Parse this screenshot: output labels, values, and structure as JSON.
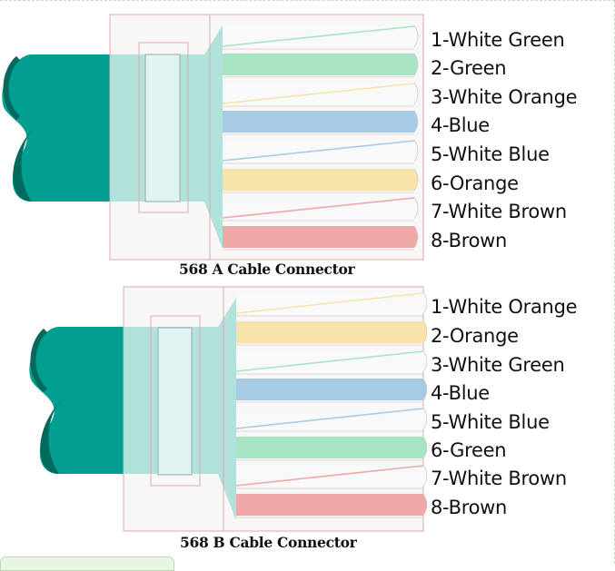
{
  "colors": {
    "jacket": "#009f92",
    "jacket_dark": "#006a5d",
    "connector_outline": "#e0a8a8",
    "connector_fill": "#f7f7f7",
    "boot": "#a3ddd6",
    "green": "#a6e4c4",
    "orange": "#f8e4a8",
    "blue": "#a7cbe4",
    "brown": "#eea8a8",
    "white": "#f9f9f9"
  },
  "connectors": [
    {
      "id": "568a",
      "caption": "568 A Cable Connector",
      "pins": [
        {
          "label": "1-White Green",
          "color": "green",
          "striped": true
        },
        {
          "label": "2-Green",
          "color": "green",
          "striped": false
        },
        {
          "label": "3-White Orange",
          "color": "orange",
          "striped": true
        },
        {
          "label": "4-Blue",
          "color": "blue",
          "striped": false
        },
        {
          "label": "5-White Blue",
          "color": "blue",
          "striped": true
        },
        {
          "label": "6-Orange",
          "color": "orange",
          "striped": false
        },
        {
          "label": "7-White Brown",
          "color": "brown",
          "striped": true
        },
        {
          "label": "8-Brown",
          "color": "brown",
          "striped": false
        }
      ]
    },
    {
      "id": "568b",
      "caption": "568 B Cable Connector",
      "pins": [
        {
          "label": "1-White Orange",
          "color": "orange",
          "striped": true
        },
        {
          "label": "2-Orange",
          "color": "orange",
          "striped": false
        },
        {
          "label": "3-White Green",
          "color": "green",
          "striped": true
        },
        {
          "label": "4-Blue",
          "color": "blue",
          "striped": false
        },
        {
          "label": "5-White Blue",
          "color": "blue",
          "striped": true
        },
        {
          "label": "6-Green",
          "color": "green",
          "striped": false
        },
        {
          "label": "7-White Brown",
          "color": "brown",
          "striped": true
        },
        {
          "label": "8-Brown",
          "color": "brown",
          "striped": false
        }
      ]
    }
  ]
}
